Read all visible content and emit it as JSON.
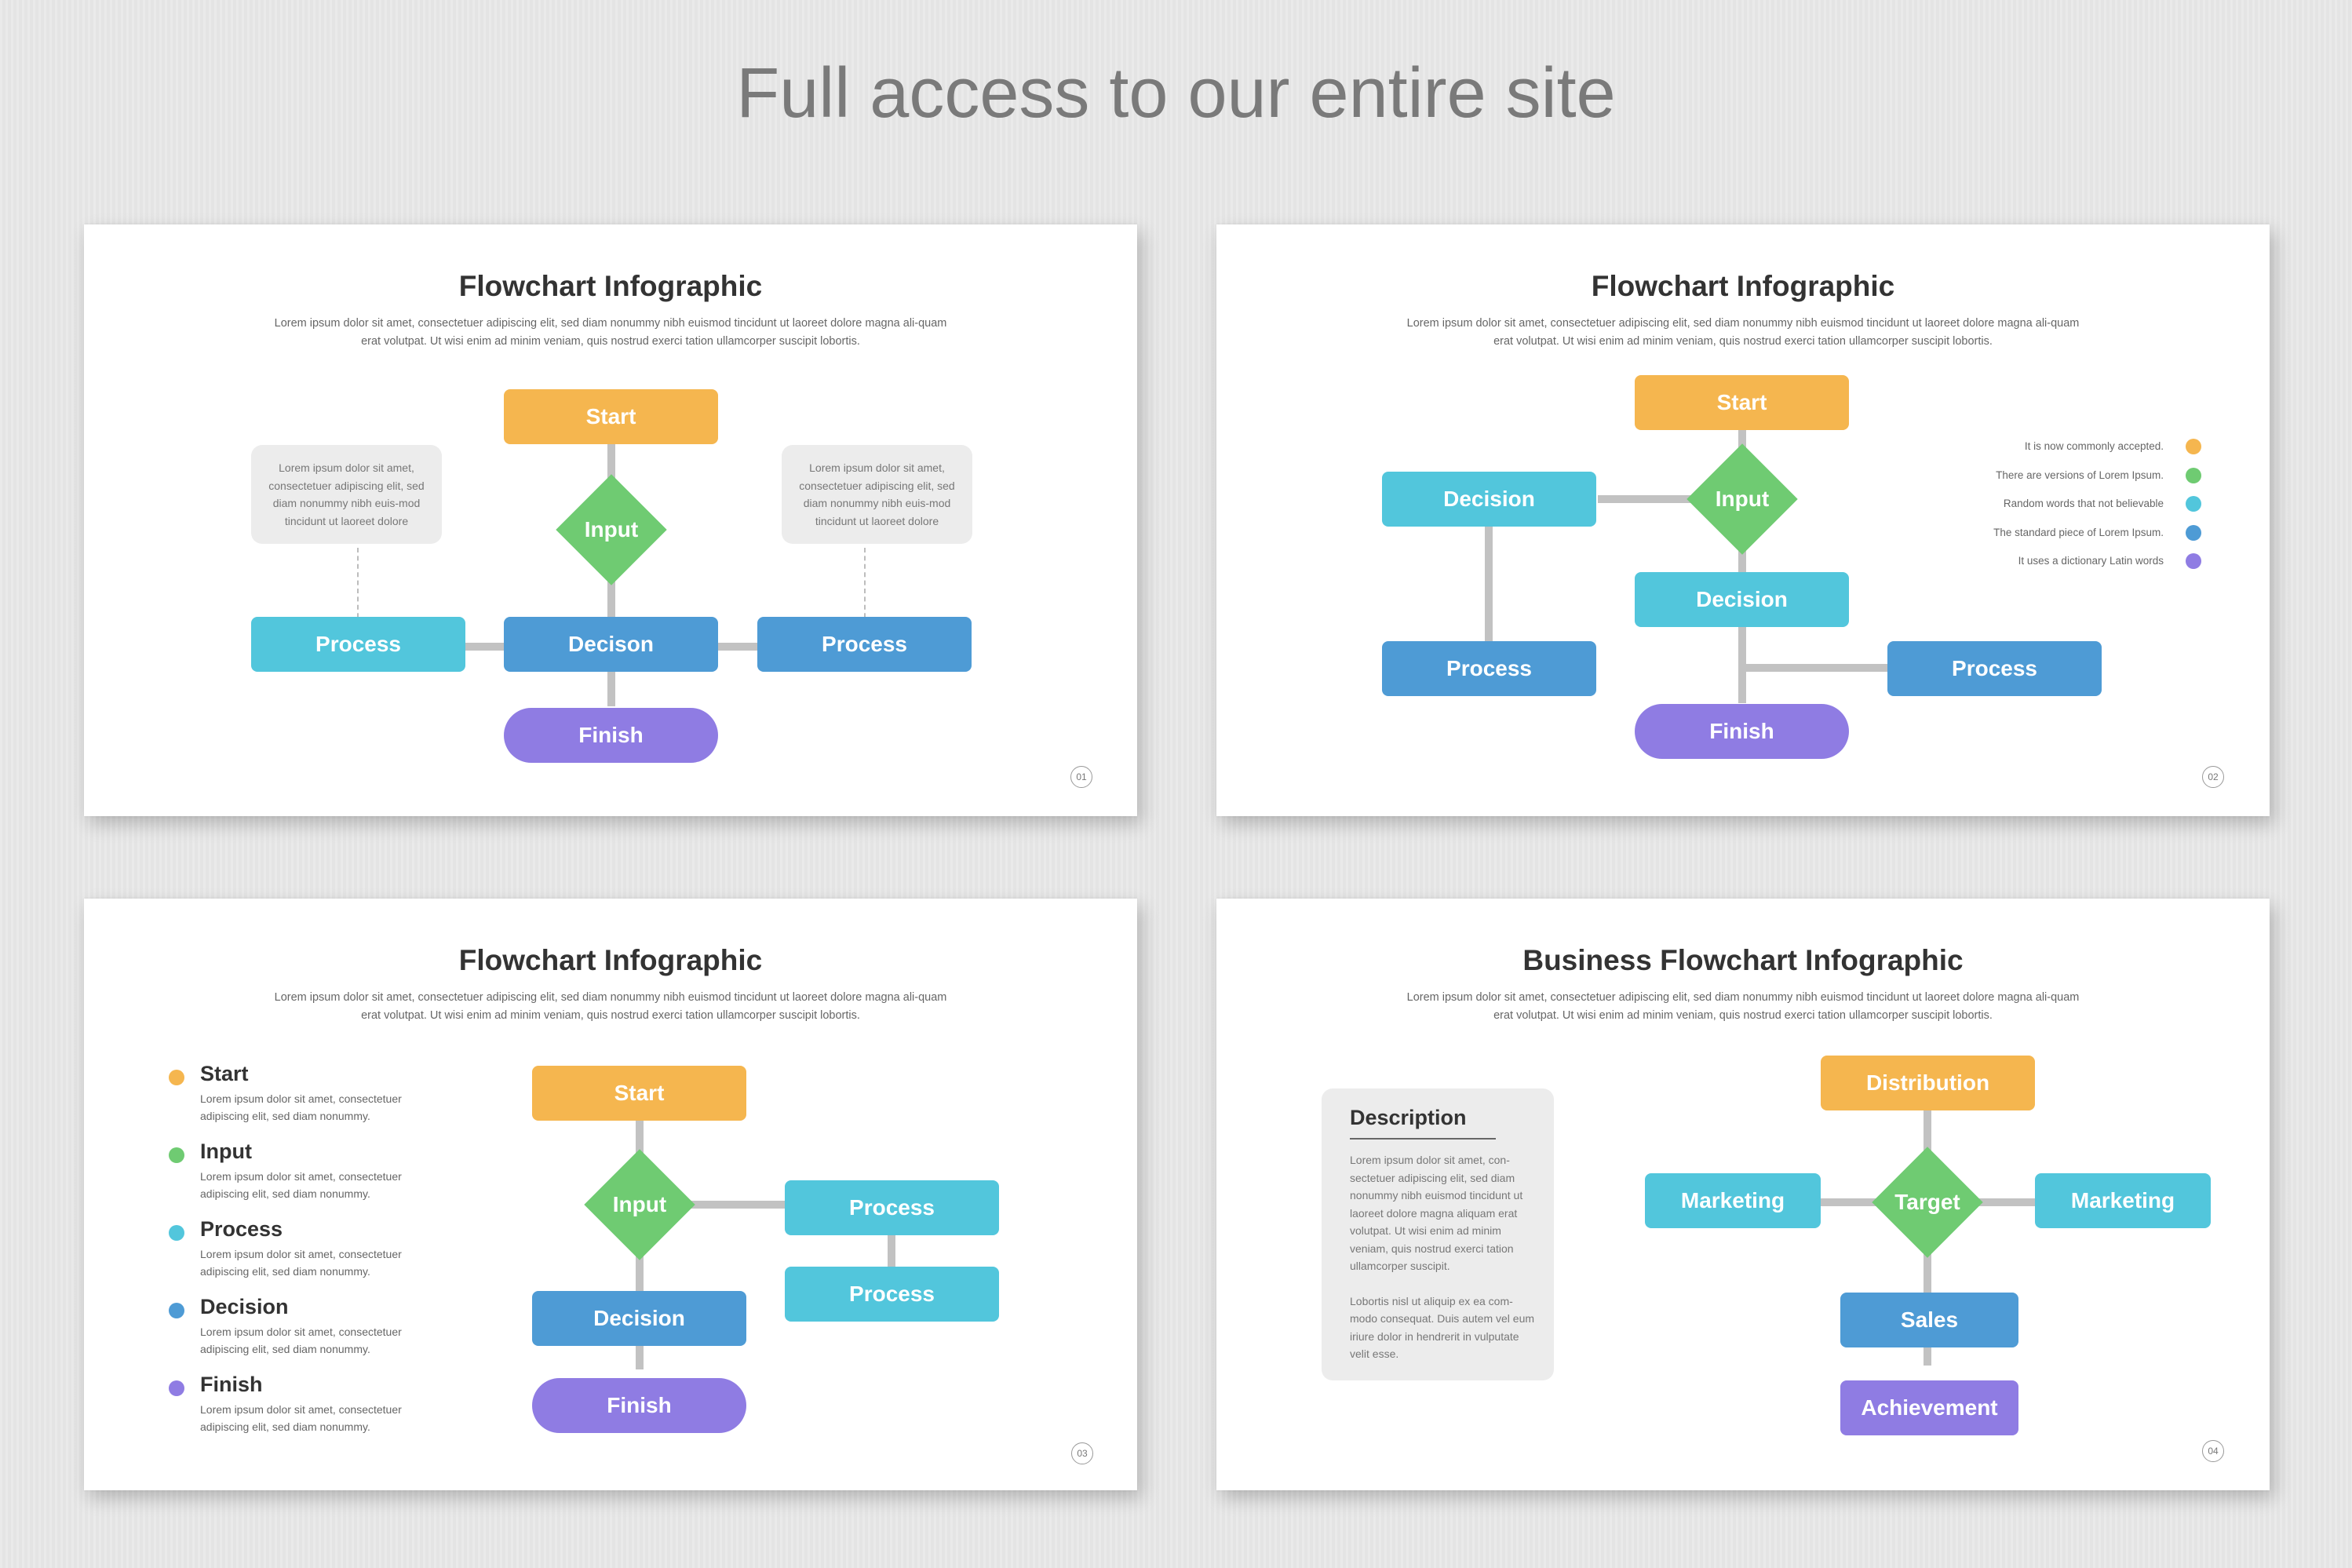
{
  "headline": "Full access to our entire site",
  "colors": {
    "orange": "#f5b64f",
    "green": "#6fcb72",
    "teal": "#52c6dc",
    "blue": "#4e9bd5",
    "purple": "#8f7ce3",
    "connector": "#c2c2c2"
  },
  "slides": [
    {
      "title": "Flowchart Infographic",
      "description": "Lorem ipsum dolor sit amet, consectetuer adipiscing elit, sed diam nonummy nibh euismod tincidunt ut laoreet dolore magna ali-quam erat volutpat. Ut wisi enim ad minim veniam, quis nostrud exerci tation ullamcorper suscipit lobortis.",
      "page_number": "01",
      "nodes": {
        "start": "Start",
        "input": "Input",
        "decision": "Decison",
        "process_left": "Process",
        "process_right": "Process",
        "finish": "Finish"
      },
      "notes": [
        "Lorem ipsum dolor sit amet, consectetuer adipiscing elit, sed diam nonummy nibh euis-mod tincidunt ut laoreet dolore",
        "Lorem ipsum dolor sit amet, consectetuer adipiscing elit, sed diam nonummy nibh euis-mod tincidunt ut laoreet dolore"
      ]
    },
    {
      "title": "Flowchart Infographic",
      "description": "Lorem ipsum dolor sit amet, consectetuer adipiscing elit, sed diam nonummy nibh euismod tincidunt ut laoreet dolore magna ali-quam erat volutpat. Ut wisi enim ad minim veniam, quis nostrud exerci tation ullamcorper suscipit lobortis.",
      "page_number": "02",
      "nodes": {
        "start": "Start",
        "input": "Input",
        "decision_left": "Decision",
        "decision_center": "Decision",
        "process_left": "Process",
        "process_right": "Process",
        "finish": "Finish"
      },
      "legend": [
        {
          "text": "It is now commonly accepted.",
          "color": "#f5b64f"
        },
        {
          "text": "There are versions of Lorem Ipsum.",
          "color": "#6fcb72"
        },
        {
          "text": "Random words that not believable",
          "color": "#52c6dc"
        },
        {
          "text": "The standard piece of Lorem Ipsum.",
          "color": "#4e9bd5"
        },
        {
          "text": "It uses a dictionary Latin words",
          "color": "#8f7ce3"
        }
      ]
    },
    {
      "title": "Flowchart Infographic",
      "description": "Lorem ipsum dolor sit amet, consectetuer adipiscing elit, sed diam nonummy nibh euismod tincidunt ut laoreet dolore magna ali-quam erat volutpat. Ut wisi enim ad minim veniam, quis nostrud exerci tation ullamcorper suscipit lobortis.",
      "page_number": "03",
      "nodes": {
        "start": "Start",
        "input": "Input",
        "process_top": "Process",
        "process_bottom": "Process",
        "decision": "Decision",
        "finish": "Finish"
      },
      "key": [
        {
          "title": "Start",
          "text": "Lorem ipsum dolor sit amet, consectetuer adipiscing elit, sed diam nonummy.",
          "color": "#f5b64f"
        },
        {
          "title": "Input",
          "text": "Lorem ipsum dolor sit amet, consectetuer adipiscing elit, sed diam nonummy.",
          "color": "#6fcb72"
        },
        {
          "title": "Process",
          "text": "Lorem ipsum dolor sit amet, consectetuer adipiscing elit, sed diam nonummy.",
          "color": "#52c6dc"
        },
        {
          "title": "Decision",
          "text": "Lorem ipsum dolor sit amet, consectetuer adipiscing elit, sed diam nonummy.",
          "color": "#4e9bd5"
        },
        {
          "title": "Finish",
          "text": "Lorem ipsum dolor sit amet, consectetuer adipiscing elit, sed diam nonummy.",
          "color": "#8f7ce3"
        }
      ]
    },
    {
      "title": "Business Flowchart Infographic",
      "description": "Lorem ipsum dolor sit amet, consectetuer adipiscing elit, sed diam nonummy nibh euismod tincidunt ut laoreet dolore magna ali-quam erat volutpat. Ut wisi enim ad minim veniam, quis nostrud exerci tation ullamcorper suscipit lobortis.",
      "page_number": "04",
      "description_box": {
        "title": "Description",
        "paragraph1": "Lorem ipsum dolor sit amet, con-sectetuer adipiscing elit, sed diam nonummy nibh euismod tincidunt ut laoreet dolore magna aliquam erat volutpat. Ut wisi enim ad minim veniam, quis nostrud exerci tation ullamcorper suscipit.",
        "paragraph2": "Lobortis nisl ut aliquip ex ea com-modo consequat. Duis autem vel eum iriure dolor in hendrerit in vulputate velit esse."
      },
      "nodes": {
        "distribution": "Distribution",
        "marketing_left": "Marketing",
        "target": "Target",
        "marketing_right": "Marketing",
        "sales": "Sales",
        "achievement": "Achievement"
      }
    }
  ]
}
